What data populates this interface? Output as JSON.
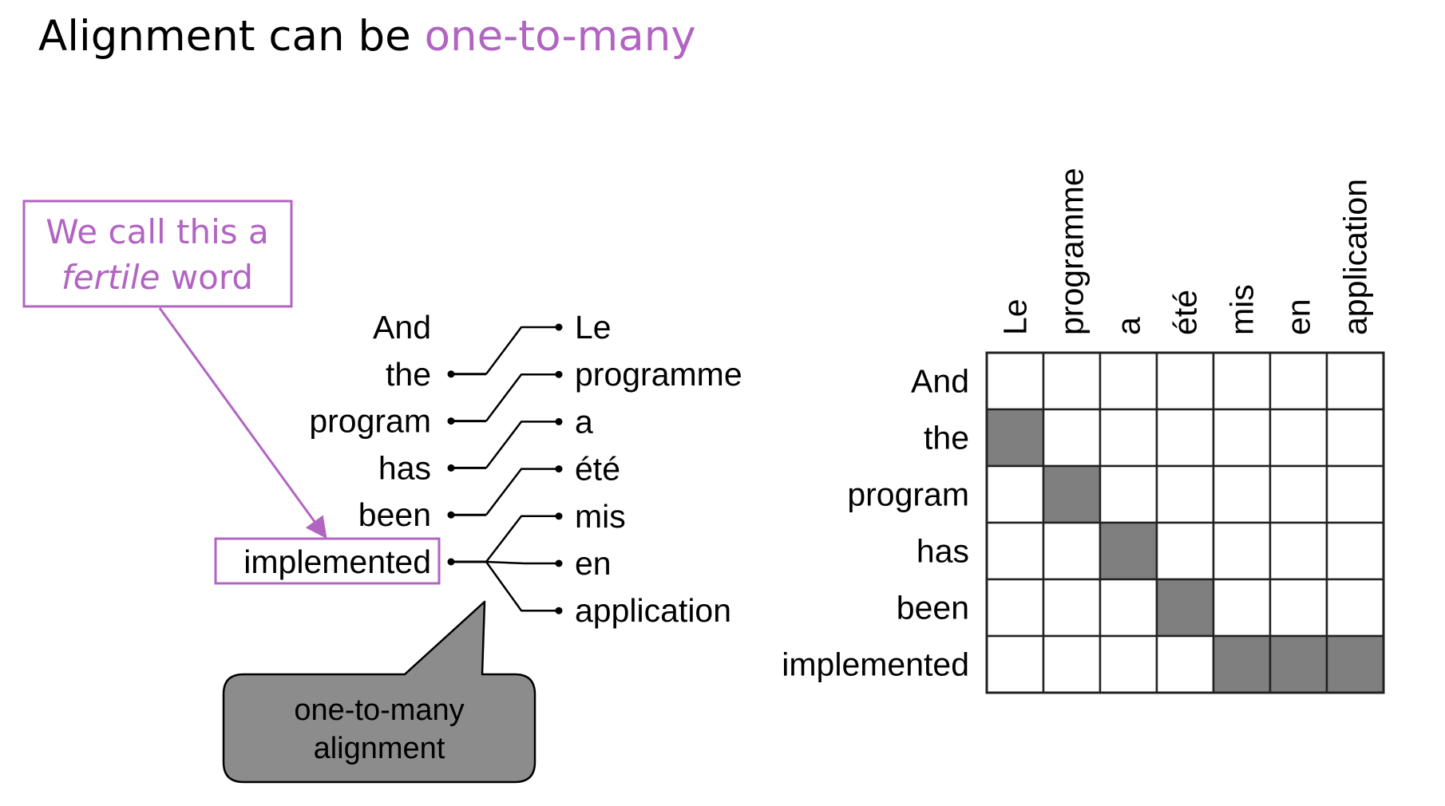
{
  "slide": {
    "title_prefix": "Alignment can be ",
    "title_highlight": "one-to-many",
    "title_highlight_color": "#b264c2"
  },
  "fertile_callout": {
    "line1": "We call this a",
    "line2_italic": "fertile",
    "line2_rest": " word",
    "color": "#b264c2"
  },
  "speech_bubble": {
    "line1": "one-to-many",
    "line2": "alignment",
    "fill": "#8c8c8c"
  },
  "alignment": {
    "source_words": [
      "And",
      "the",
      "program",
      "has",
      "been",
      "implemented"
    ],
    "target_words": [
      "Le",
      "programme",
      "a",
      "été",
      "mis",
      "en",
      "application"
    ],
    "highlighted_source": "implemented",
    "links": [
      [
        1,
        0
      ],
      [
        2,
        1
      ],
      [
        3,
        2
      ],
      [
        4,
        3
      ],
      [
        5,
        4
      ],
      [
        5,
        5
      ],
      [
        5,
        6
      ]
    ]
  },
  "matrix": {
    "row_labels": [
      "And",
      "the",
      "program",
      "has",
      "been",
      "implemented"
    ],
    "col_labels": [
      "Le",
      "programme",
      "a",
      "été",
      "mis",
      "en",
      "application"
    ],
    "cells": [
      [
        0,
        0,
        0,
        0,
        0,
        0,
        0
      ],
      [
        1,
        0,
        0,
        0,
        0,
        0,
        0
      ],
      [
        0,
        1,
        0,
        0,
        0,
        0,
        0
      ],
      [
        0,
        0,
        1,
        0,
        0,
        0,
        0
      ],
      [
        0,
        0,
        0,
        1,
        0,
        0,
        0
      ],
      [
        0,
        0,
        0,
        0,
        1,
        1,
        1
      ]
    ],
    "filled_color": "#7f7f7f"
  }
}
